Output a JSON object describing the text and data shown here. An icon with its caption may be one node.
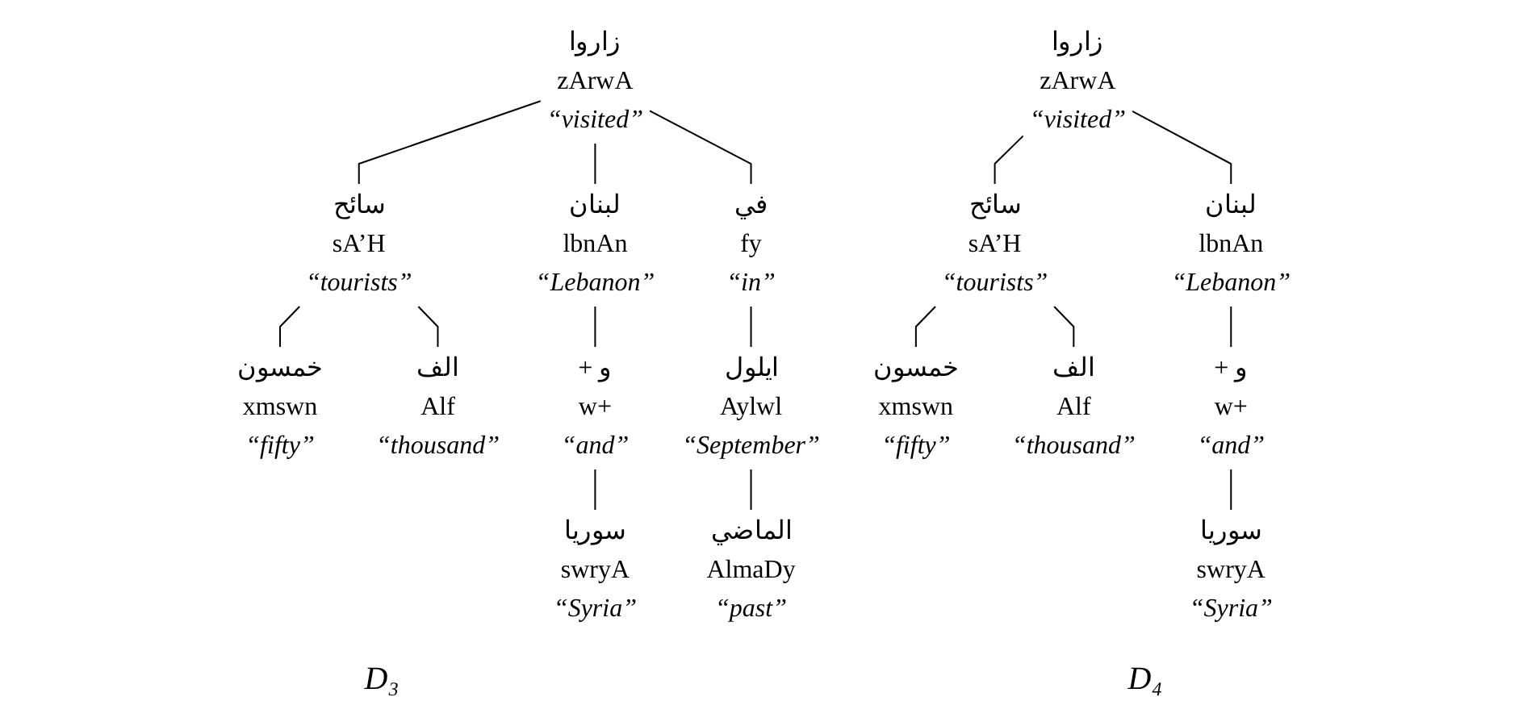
{
  "diagram": {
    "nodes": [
      {
        "text": [
          "زاروا",
          "zArwA",
          "“visited”"
        ]
      },
      {
        "text": [
          "سائح",
          "sA’H",
          "“tourists”"
        ]
      },
      {
        "text": [
          "لبنان",
          "lbnAn",
          "“Lebanon”"
        ]
      },
      {
        "text": [
          "في",
          "fy",
          "“in”"
        ]
      },
      {
        "text": [
          "خمسون",
          "xmswn",
          "“fifty”"
        ]
      },
      {
        "text": [
          "الف",
          "Alf",
          "“thousand”"
        ]
      },
      {
        "text": [
          "+ و",
          "w+",
          "“and”"
        ]
      },
      {
        "text": [
          "ايلول",
          "Aylwl",
          "“September”"
        ]
      },
      {
        "text": [
          "سوريا",
          "swryA",
          "“Syria”"
        ]
      },
      {
        "text": [
          "الماضي",
          "AlmaDy",
          "“past”"
        ]
      },
      {
        "text": [
          "زاروا",
          "zArwA",
          "“visited”"
        ]
      },
      {
        "text": [
          "سائح",
          "sA’H",
          "“tourists”"
        ]
      },
      {
        "text": [
          "لبنان",
          "lbnAn",
          "“Lebanon”"
        ]
      },
      {
        "text": [
          "خمسون",
          "xmswn",
          "“fifty”"
        ]
      },
      {
        "text": [
          "الف",
          "Alf",
          "“thousand”"
        ]
      },
      {
        "text": [
          "+ و",
          "w+",
          "“and”"
        ]
      },
      {
        "text": [
          "سوريا",
          "swryA",
          "“Syria”"
        ]
      }
    ],
    "edges": [
      {
        "from": 0,
        "to": 1,
        "arrow": "none"
      },
      {
        "from": 0,
        "to": 2,
        "arrow": "none"
      },
      {
        "from": 0,
        "to": 3,
        "arrow": "none"
      },
      {
        "from": 1,
        "to": 4,
        "arrow": "none"
      },
      {
        "from": 1,
        "to": 5,
        "arrow": "none"
      },
      {
        "from": 2,
        "to": 6,
        "arrow": "none"
      },
      {
        "from": 6,
        "to": 8,
        "arrow": "none"
      },
      {
        "from": 3,
        "to": 7,
        "arrow": "none"
      },
      {
        "from": 7,
        "to": 9,
        "arrow": "none"
      },
      {
        "from": 10,
        "to": 11,
        "arrow": "none"
      },
      {
        "from": 10,
        "to": 12,
        "arrow": "none"
      },
      {
        "from": 11,
        "to": 13,
        "arrow": "none"
      },
      {
        "from": 11,
        "to": 14,
        "arrow": "none"
      },
      {
        "from": 12,
        "to": 15,
        "arrow": "none"
      },
      {
        "from": 15,
        "to": 16,
        "arrow": "none"
      }
    ],
    "labels": [
      "D₃",
      "D₄"
    ]
  }
}
